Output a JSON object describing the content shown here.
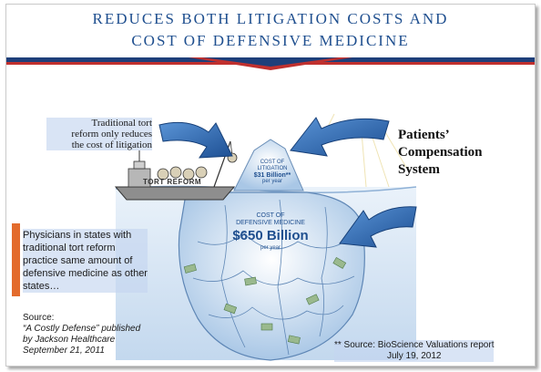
{
  "title": {
    "line1": "REDUCES BOTH LITIGATION COSTS AND",
    "line2": "COST OF DEFENSIVE MEDICINE"
  },
  "traditional_tort_note": [
    "Traditional tort",
    "reform only reduces",
    "the cost of litigation"
  ],
  "patients_compensation": [
    "Patients’",
    "Compensation",
    "System"
  ],
  "boat_label": "TORT REFORM",
  "iceberg_tip": {
    "line1": "COST OF",
    "line2": "LITIGATION",
    "amount": "$31 Billion**",
    "period": "per year"
  },
  "iceberg_base": {
    "line1": "COST OF",
    "line2": "DEFENSIVE MEDICINE",
    "amount": "$650 Billion",
    "period": "per year"
  },
  "physicians_note": [
    "Physicians in states with",
    "traditional tort reform",
    "practice same amount of",
    "defensive medicine as other",
    "states…"
  ],
  "source_left": {
    "label": "Source:",
    "lines": [
      "“A Costly Defense” published",
      "by Jackson Healthcare",
      "September 21, 2011"
    ]
  },
  "source_right": [
    "** Source:  BioScience Valuations report",
    "July 19, 2012"
  ],
  "colors": {
    "title_blue": "#1f4f8f",
    "band_red": "#c0302e",
    "band_blue": "#1e3f7a",
    "arrow_blue": "#2f6db3",
    "accent_orange": "#e36b2c",
    "water": "#cfe0f0"
  }
}
